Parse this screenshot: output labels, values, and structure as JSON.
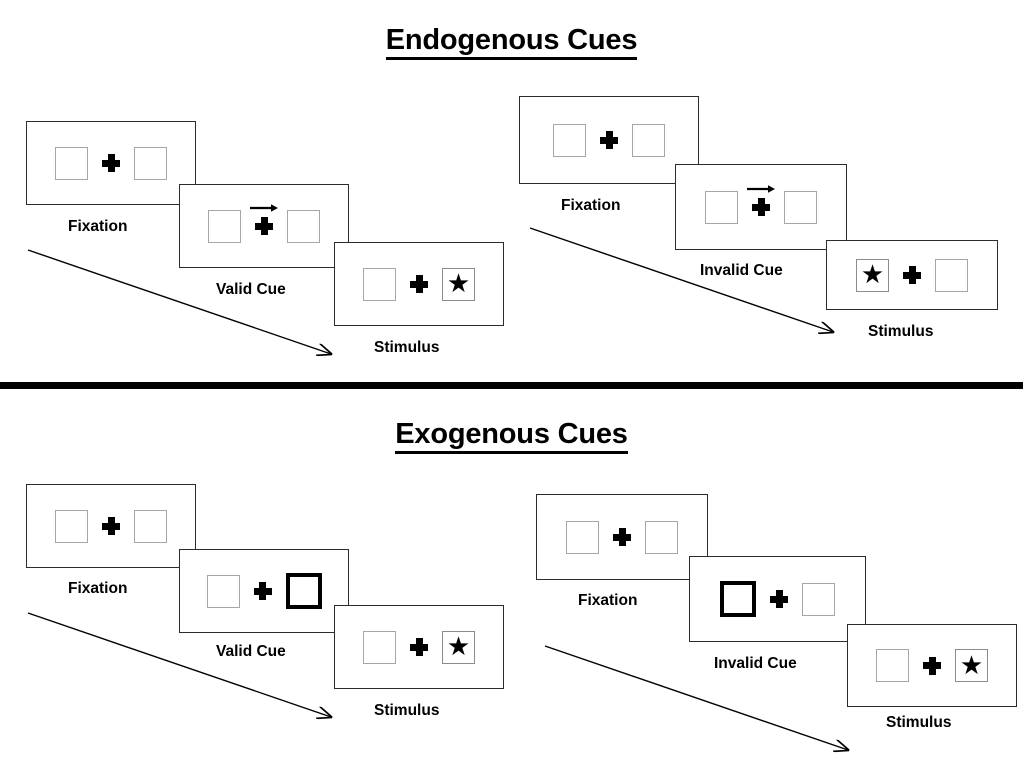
{
  "figure": {
    "title_endogenous": "Endogenous Cues",
    "title_exogenous": "Exogenous Cues",
    "colors": {
      "ink": "#000000",
      "box_outline": "#a6a6a6",
      "panel_outline": "#2b2b2b",
      "background": "#ffffff"
    }
  },
  "sections": [
    {
      "id": "endogenous",
      "title": "Endogenous Cues",
      "columns": [
        {
          "id": "endogenous-valid",
          "panels": [
            {
              "label": "Fixation",
              "left_box": "empty",
              "right_box": "empty",
              "cue": "none"
            },
            {
              "label": "Valid Cue",
              "left_box": "empty",
              "right_box": "empty",
              "cue": "arrow-right"
            },
            {
              "label": "Stimulus",
              "left_box": "empty",
              "right_box": "star",
              "cue": "none"
            }
          ]
        },
        {
          "id": "endogenous-invalid",
          "panels": [
            {
              "label": "Fixation",
              "left_box": "empty",
              "right_box": "empty",
              "cue": "none"
            },
            {
              "label": "Invalid Cue",
              "left_box": "empty",
              "right_box": "empty",
              "cue": "arrow-right"
            },
            {
              "label": "Stimulus",
              "left_box": "star",
              "right_box": "empty",
              "cue": "none"
            }
          ]
        }
      ]
    },
    {
      "id": "exogenous",
      "title": "Exogenous Cues",
      "columns": [
        {
          "id": "exogenous-valid",
          "panels": [
            {
              "label": "Fixation",
              "left_box": "empty",
              "right_box": "empty",
              "cue": "none"
            },
            {
              "label": "Valid Cue",
              "left_box": "empty",
              "right_box": "highlight",
              "cue": "box-flash-right"
            },
            {
              "label": "Stimulus",
              "left_box": "empty",
              "right_box": "star",
              "cue": "none"
            }
          ]
        },
        {
          "id": "exogenous-invalid",
          "panels": [
            {
              "label": "Fixation",
              "left_box": "empty",
              "right_box": "empty",
              "cue": "none"
            },
            {
              "label": "Invalid Cue",
              "left_box": "highlight",
              "right_box": "empty",
              "cue": "box-flash-left"
            },
            {
              "label": "Stimulus",
              "left_box": "empty",
              "right_box": "star",
              "cue": "none"
            }
          ]
        }
      ]
    }
  ],
  "glyphs": {
    "star": "★",
    "fixation_cross": "plus-cross",
    "time_arrow": "arrow-diagonal-down-right"
  }
}
